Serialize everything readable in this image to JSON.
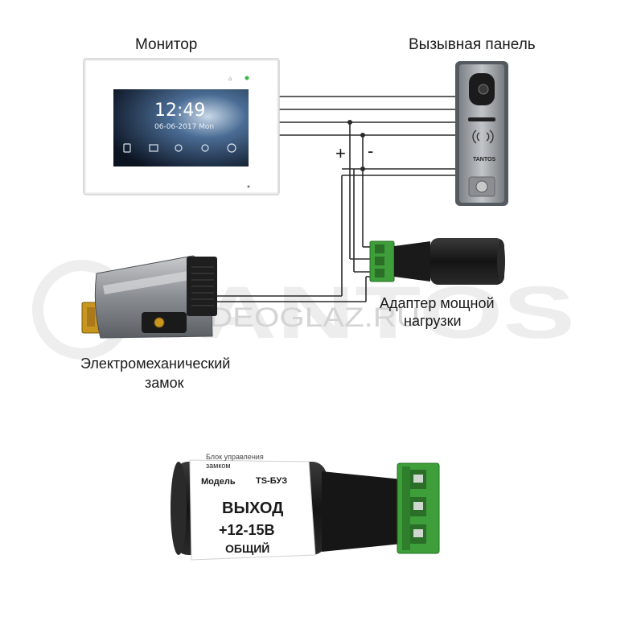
{
  "labels": {
    "monitor": "Монитор",
    "call_panel": "Вызывная панель",
    "plus": "+",
    "minus": "-",
    "adapter_line1": "Адаптер мощной",
    "adapter_line2": "нагрузки",
    "lock_line1": "Электромеханический",
    "lock_line2": "замок"
  },
  "monitor_screen": {
    "time": "12:49",
    "date": "06-06-2017 Mon"
  },
  "call_panel_brand": "TANTOS",
  "watermark": {
    "site": "VIDEOGLAZ.RU",
    "brand": "TANTOS"
  },
  "adapter_label": {
    "header_line1": "Блок управления",
    "header_line2": "замком",
    "model_label": "Модель",
    "model_value": "TS-БУЗ",
    "output": "ВЫХОД",
    "voltage": "+12-15В",
    "common": "ОБЩИЙ"
  },
  "colors": {
    "wire": "#2b2b2b",
    "terminal_green": "#3d9e3a",
    "adapter_body": "#1e1e1e",
    "lock_body": "#8a8d92",
    "panel_body": "#9a9ea3",
    "monitor_frame": "#f4f4f4",
    "watermark": "#e8e8e8"
  }
}
